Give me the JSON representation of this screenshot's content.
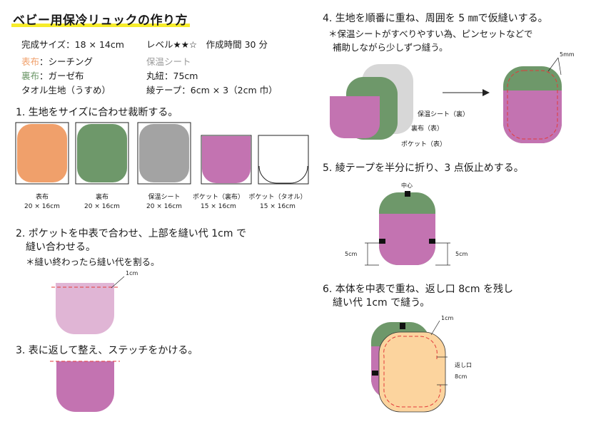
{
  "title": "ベビー用保冷リュックの作り方",
  "colors": {
    "title_underline": "#f6ec2a",
    "orange": "#f0a06b",
    "green": "#6e986a",
    "gray": "#a3a3a3",
    "purple": "#c373b1",
    "light_purple": "#e0b5d5",
    "peach": "#fcd49e",
    "light_gray": "#d7d7d7",
    "stitch_red": "#e23a3a"
  },
  "info": {
    "size": "完成サイズ：18 × 14cm",
    "level": "レベル★★☆　作成時間 30 分",
    "outer_key": "表布",
    "outer_val": "：シーチング",
    "lining_key": "裏布",
    "lining_val": "：ガーゼ布",
    "towel": "タオル生地（うすめ）",
    "thermal": "保温シート",
    "cord": "丸紐：75cm",
    "tape": "綾テープ：6cm × 3（2cm 巾）"
  },
  "step1": {
    "heading": "1. 生地をサイズに合わせ裁断する。",
    "pieces": [
      {
        "name": "表布",
        "size": "20 × 16cm"
      },
      {
        "name": "裏布",
        "size": "20 × 16cm"
      },
      {
        "name": "保温シート",
        "size": "20 × 16cm"
      },
      {
        "name": "ポケット（裏布）",
        "size": "15 × 16cm"
      },
      {
        "name": "ポケット（タオル）",
        "size": "15 × 16cm"
      }
    ]
  },
  "step2": {
    "heading_1": "2. ポケットを中表で合わせ、上部を縫い代 1cm で",
    "heading_2": "縫い合わせる。",
    "note": "＊縫い終わったら縫い代を割る。",
    "dim": "1cm"
  },
  "step3": {
    "heading": "3. 表に返して整え、ステッチをかける。"
  },
  "step4": {
    "heading": "4. 生地を順番に重ね、周囲を 5 ㎜で仮縫いする。",
    "note_1": "＊保温シートがすべりやすい為、ピンセットなどで",
    "note_2": "補助しながら少しずつ縫う。",
    "layer_thermal": "保温シート（裏）",
    "layer_lining": "裏布（表）",
    "layer_pocket": "ポケット（表）",
    "dim": "5mm"
  },
  "step5": {
    "heading": "5. 綾テープを半分に折り、3 点仮止めする。",
    "center": "中心",
    "dim_left": "5cm",
    "dim_right": "5cm"
  },
  "step6": {
    "heading_1": "6. 本体を中表で重ね、返し口 8cm を残し",
    "heading_2": "縫い代 1cm で縫う。",
    "dim": "1cm",
    "opening_1": "返し口",
    "opening_2": "8cm"
  }
}
